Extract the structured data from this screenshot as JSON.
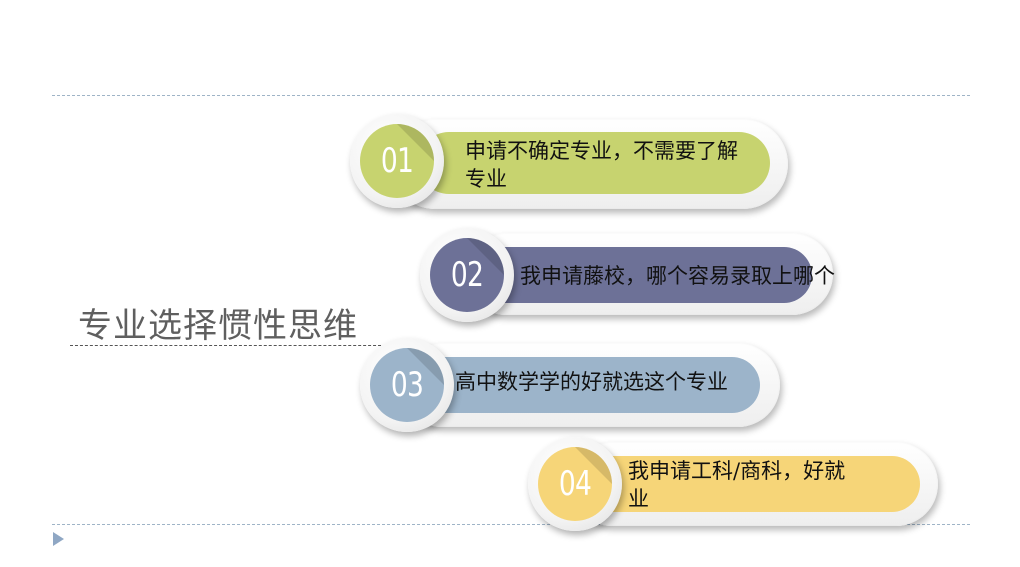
{
  "title": "专业选择惯性思维",
  "items": [
    {
      "number": "01",
      "text": "申请不确定专业，不需要了解专业",
      "color": "#c7d36f"
    },
    {
      "number": "02",
      "text": "我申请藤校，哪个容易录取上哪个",
      "color": "#6d7197"
    },
    {
      "number": "03",
      "text": "高中数学学的好就选这个专业",
      "color": "#9cb4ca"
    },
    {
      "number": "04",
      "text": "我申请工科/商科，好就业",
      "color": "#f6d578"
    }
  ],
  "colors": {
    "title": "#5f5f5f",
    "rule": "#9fb4c7",
    "arrow": "#8fa7c4"
  }
}
